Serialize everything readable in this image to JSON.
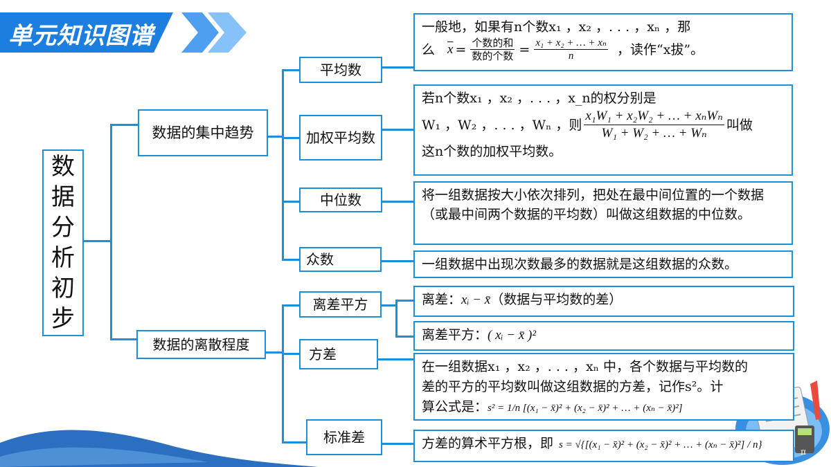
{
  "banner": {
    "title": "单元知识图谱"
  },
  "root": {
    "label": "数据分析初步"
  },
  "branches": {
    "central": "数据的集中趋势",
    "dispersion": "数据的离散程度"
  },
  "nodes": {
    "mean": "平均数",
    "weighted_mean": "加权平均数",
    "median": "中位数",
    "mode": "众数",
    "deviation_sq": "离差平方",
    "variance": "方差",
    "std_dev": "标准差"
  },
  "definitions": {
    "mean_line1": "一般地，如果有n个数x₁ ，x₂ ，. . . ，xₙ ，那",
    "mean_prefix": "么",
    "mean_xbar": "x",
    "mean_frac_num": "个数的和",
    "mean_frac_den": "数的个数",
    "mean_formula_num": "x₁ + x₂ + … + xₙ",
    "mean_formula_den": "n",
    "mean_suffix": "，读作“x拔”。",
    "weighted_line1": "若n个数x₁ ，x₂ ，. . . ，x_n的权分别是",
    "weighted_line2_prefix": "W₁ ，W₂ ，. . . ，Wₙ ，则",
    "weighted_formula_num": "x₁W₁ + x₂W₂ + … + xₙWₙ",
    "weighted_formula_den": "W₁ + W₂ + … + Wₙ",
    "weighted_line2_suffix": "叫做",
    "weighted_line3": "这n个数的加权平均数。",
    "median_text": "将一组数据按大小依次排列，把处在最中间位置的一个数据（或最中间两个数据的平均数）叫做这组数据的中位数。",
    "mode_text": "一组数据中出现次数最多的数据就是这组数据的众数。",
    "deviation_prefix": "离差：",
    "deviation_formula": "xᵢ − x̄",
    "deviation_suffix": "（数据与平均数的差）",
    "deviation_sq_prefix": "离差平方：",
    "deviation_sq_formula": "( xᵢ − x̄ )²",
    "variance_line1": "在一组数据x₁ ，x₂ ，. . . ，xₙ 中，各个数据与平均数的",
    "variance_line2": "差的平方的平均数叫做这组数据的方差，记作s²。计",
    "variance_line3_prefix": "算公式是：",
    "variance_formula": "s² = 1/n [(x₁ − x̄)² + (x₂ − x̄)² + … + (xₙ − x̄)²]",
    "std_prefix": "方差的算术平方根，即",
    "std_formula": "s = √{[(x₁ − x̄)² + (x₂ − x̄)² + … + (xₙ − x̄)²] / n}"
  },
  "colors": {
    "border": "#1e8fd6",
    "banner": "#1c7fe0",
    "banner_light": "#6ab4f5",
    "wave": "#2a6fc0"
  }
}
